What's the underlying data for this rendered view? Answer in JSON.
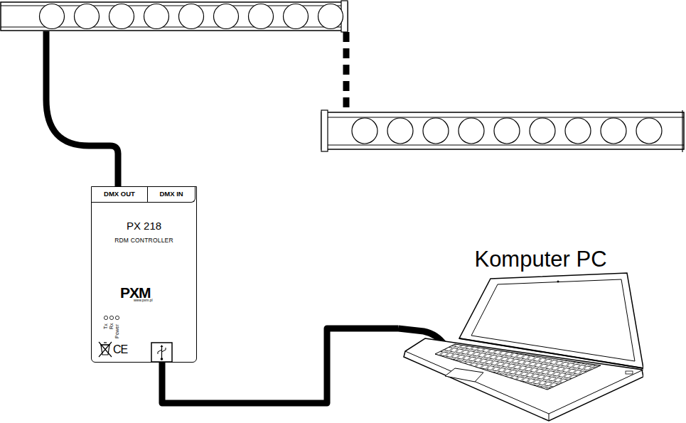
{
  "diagram": {
    "nodes": [
      {
        "text": [
          "PX 218",
          "RDM CONTROLLER"
        ]
      },
      {
        "text": [
          "DMX OUT"
        ],
        "in": 0
      },
      {
        "text": [
          "DMX IN"
        ],
        "in": 0
      },
      {
        "text": [
          "Komputer PC"
        ]
      }
    ],
    "edges": [
      {
        "from": 0,
        "to": 3,
        "arrow": "none"
      }
    ],
    "labels": [
      "PXM",
      "www.pxm.pl",
      "Tx",
      "Rx",
      "Power",
      "CE"
    ]
  }
}
